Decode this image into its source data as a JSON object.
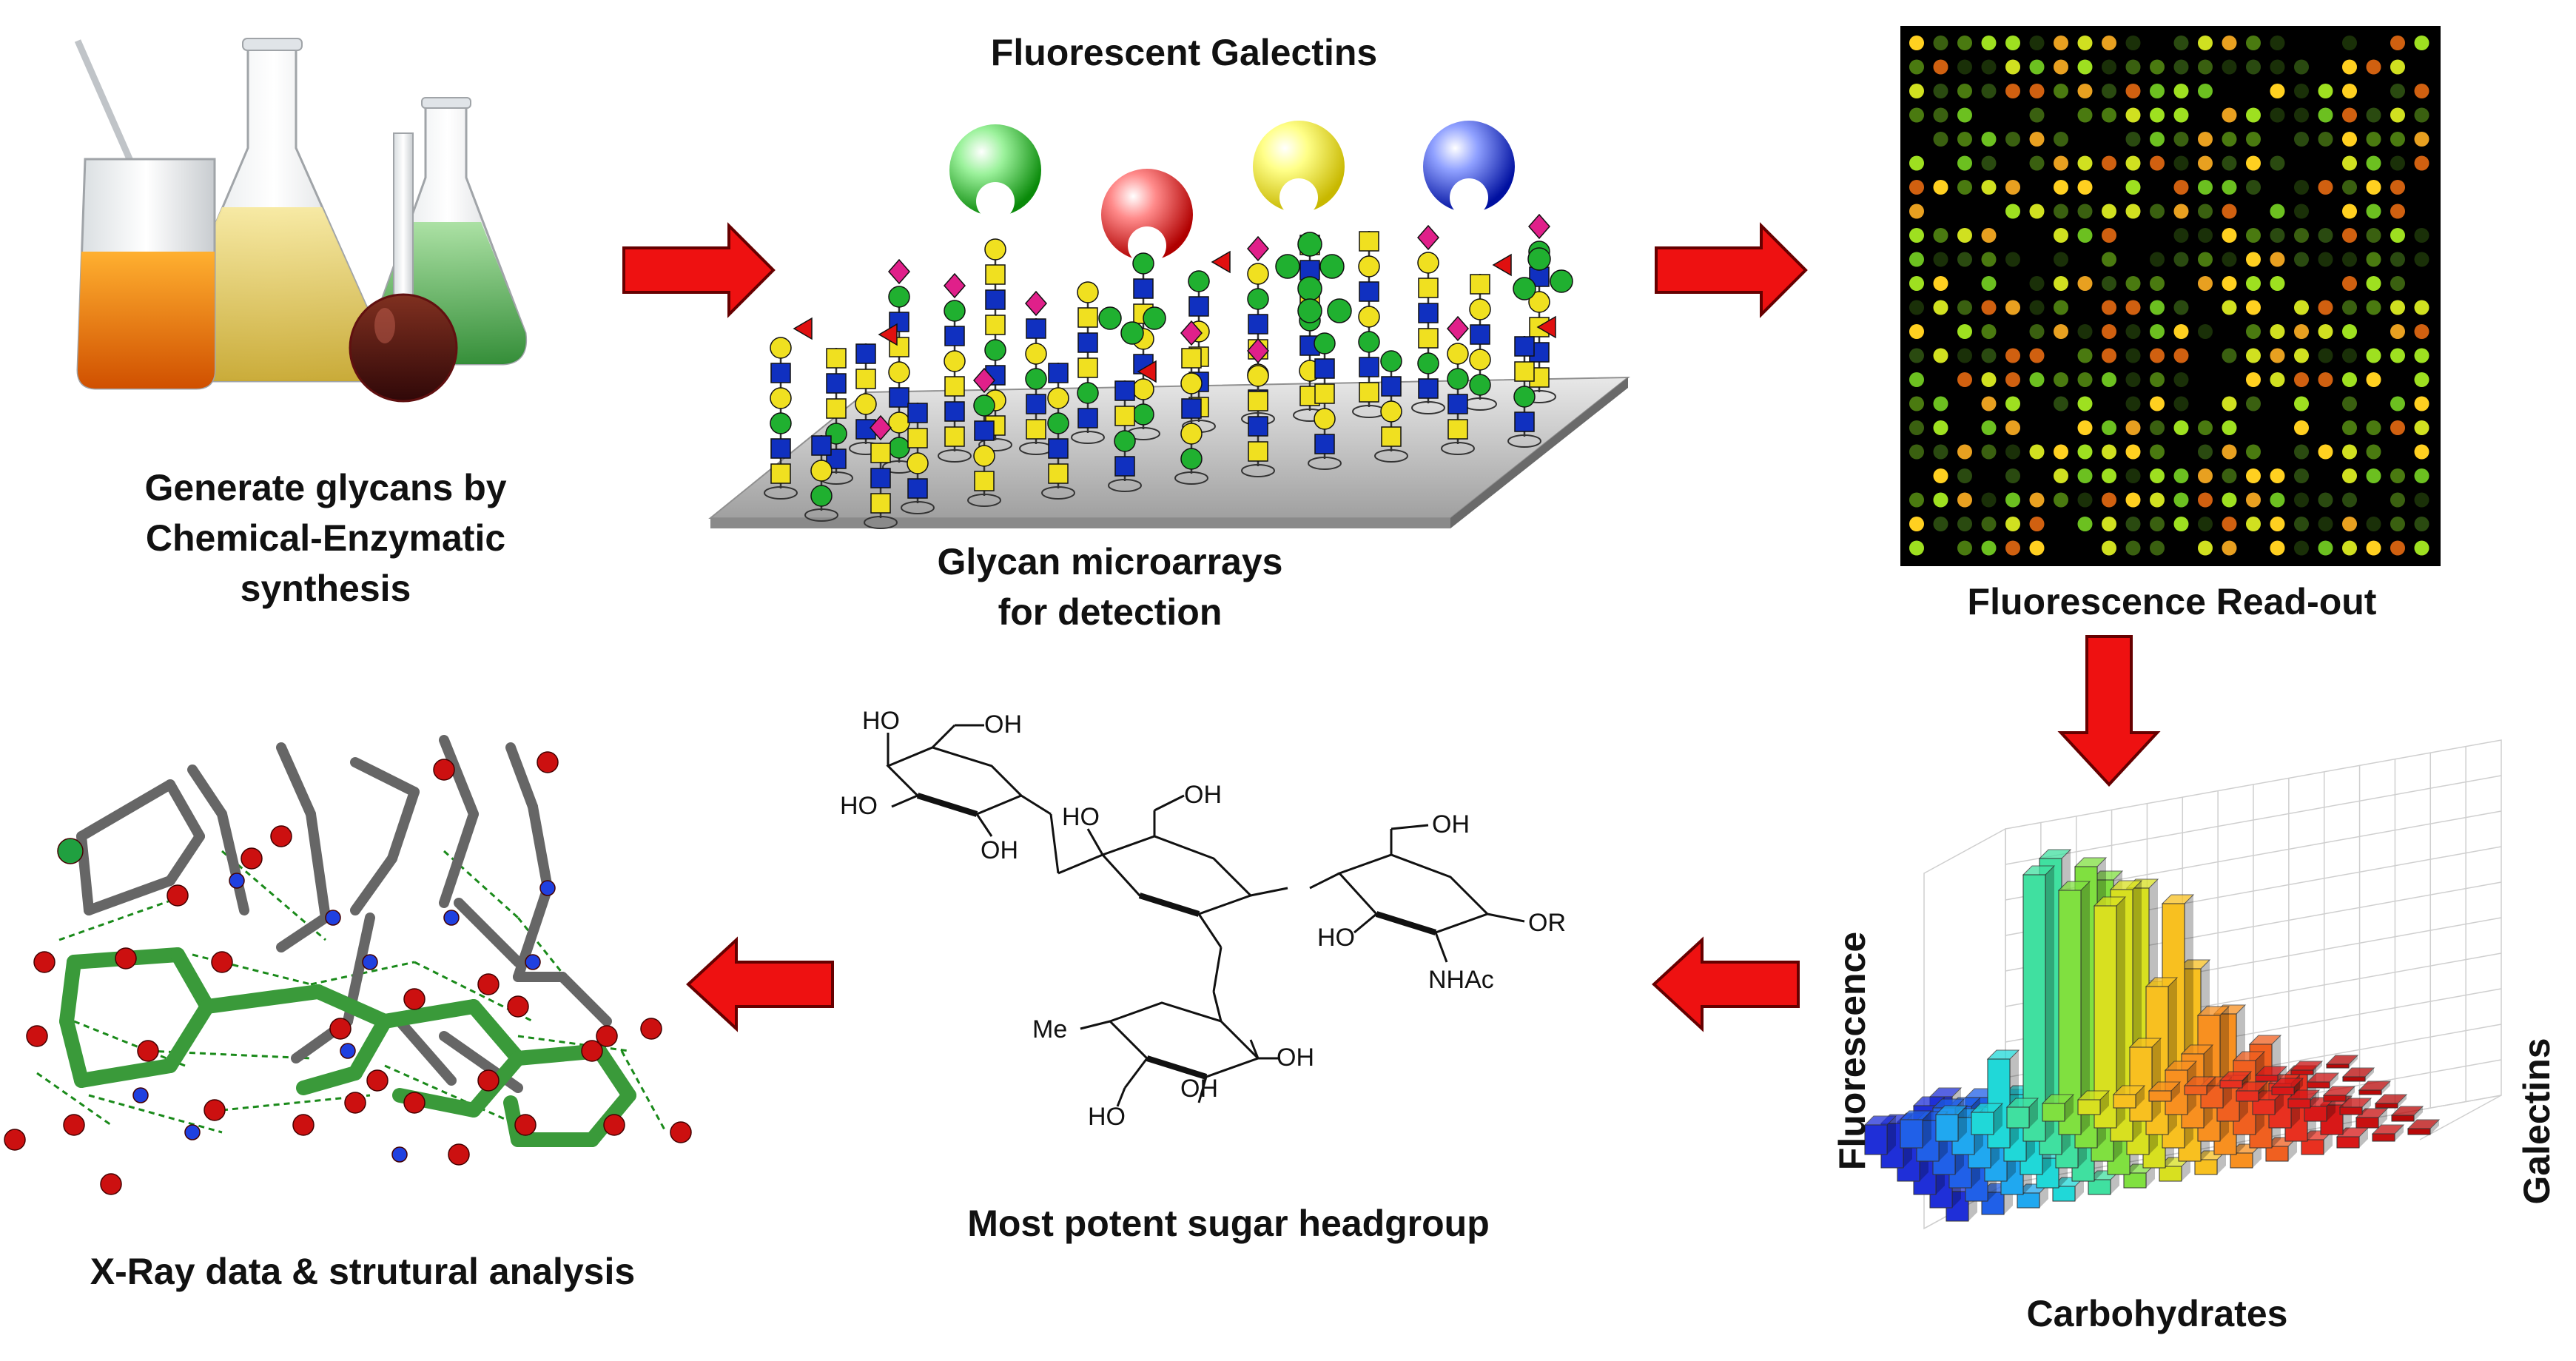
{
  "labels": {
    "generate": [
      "Generate glycans by",
      "Chemical-Enzymatic",
      "synthesis"
    ],
    "fluorescent_galectins": "Fluorescent Galectins",
    "glycan_microarrays": [
      "Glycan microarrays",
      "for detection"
    ],
    "fluorescence_readout": "Fluorescence Read-out",
    "most_potent": "Most potent sugar headgroup",
    "xray": "X-Ray data & strutural analysis",
    "chart_fluorescence": "Fluorescence",
    "chart_galectins": "Galectins",
    "chart_carbohydrates": "Carbohydrates"
  },
  "chemical_labels": {
    "ho_top1": "HO",
    "oh_top": "OH",
    "ho_left": "HO",
    "oh_ring1": "OH",
    "ho_mid": "HO",
    "oh_mid": "OH",
    "oh_right": "OH",
    "ho_right": "HO",
    "or": "OR",
    "nhac": "NHAc",
    "me": "Me",
    "ho_bottom": "HO",
    "oh_bottom1": "OH",
    "oh_bottom2": "OH"
  },
  "colors": {
    "arrow_red": "#ee1111",
    "arrow_dark": "#660000",
    "galectin_green": "#22cc22",
    "galectin_red": "#ee1111",
    "galectin_yellow": "#eeee00",
    "galectin_blue": "#1122cc",
    "glycan_yellow": "#f0e020",
    "glycan_blue": "#1030c0",
    "glycan_green": "#20b030",
    "glycan_red": "#e01010",
    "glycan_pink": "#e0208a"
  },
  "icons": [
    "lab-flasks-icon",
    "galectin-sphere-icon",
    "glycan-chain-icon",
    "microarray-slide-icon",
    "fluorescence-spot-grid-icon",
    "3d-bar-chart-icon",
    "sugar-structure-icon",
    "crystal-structure-icon",
    "red-arrow-icon"
  ]
}
